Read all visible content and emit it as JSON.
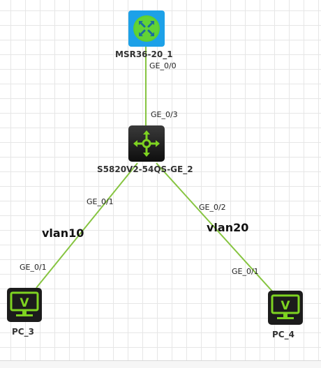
{
  "devices": {
    "router": {
      "name": "MSR36-20_1",
      "icon": "router-icon",
      "color": "#1da1e8"
    },
    "switch": {
      "name": "S5820V2-54QS-GE_2",
      "icon": "l3-switch-icon",
      "color": "#1a1a1a"
    },
    "pc3": {
      "name": "PC_3",
      "icon": "pc-monitor-icon",
      "color": "#1a1a1a"
    },
    "pc4": {
      "name": "PC_4",
      "icon": "pc-monitor-icon",
      "color": "#1a1a1a"
    }
  },
  "links": {
    "router_switch": {
      "a_port": "GE_0/0",
      "b_port": "GE_0/3"
    },
    "switch_pc3": {
      "a_port": "GE_0/1",
      "b_port": "GE_0/1",
      "vlan": "vlan10"
    },
    "switch_pc4": {
      "a_port": "GE_0/2",
      "b_port": "GE_0/1",
      "vlan": "vlan20"
    }
  },
  "colors": {
    "link": "#86c440",
    "accent_green": "#7ed321"
  }
}
